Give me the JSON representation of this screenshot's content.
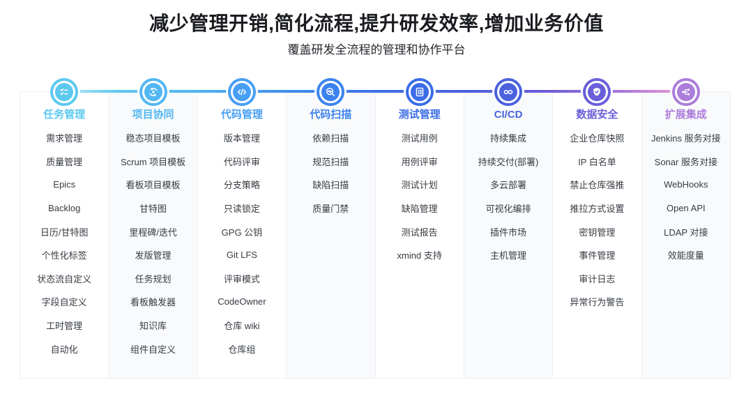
{
  "header": {
    "title": "减少管理开销,简化流程,提升研发效率,增加业务价值",
    "subtitle": "覆盖研发全流程的管理和协作平台"
  },
  "accent_line_gradient": [
    "#a6e1f4",
    "#5cc8f0",
    "#4fb3f2",
    "#3f8cee",
    "#3c70e6",
    "#4a61dc",
    "#6e5bd9",
    "#a878da",
    "#dc8fd8"
  ],
  "columns": [
    {
      "name": "任务管理",
      "icon": "task-checklist-icon",
      "color": "#5cc9f0",
      "items": [
        "需求管理",
        "质量管理",
        "Epics",
        "Backlog",
        "日历/甘特图",
        "个性化标签",
        "状态流自定义",
        "字段自定义",
        "工时管理",
        "自动化"
      ]
    },
    {
      "name": "项目协同",
      "icon": "project-sync-icon",
      "color": "#53b7f3",
      "items": [
        "稳态项目模板",
        "Scrum 项目模板",
        "看板项目模板",
        "甘特图",
        "里程碑/迭代",
        "发版管理",
        "任务规划",
        "看板触发器",
        "知识库",
        "组件自定义"
      ]
    },
    {
      "name": "代码管理",
      "icon": "code-icon",
      "color": "#479ff4",
      "items": [
        "版本管理",
        "代码评审",
        "分支策略",
        "只读锁定",
        "GPG 公钥",
        "Git LFS",
        "评审模式",
        "CodeOwner",
        "仓库 wiki",
        "仓库组"
      ]
    },
    {
      "name": "代码扫描",
      "icon": "scan-search-icon",
      "color": "#3c83ef",
      "items": [
        "依赖扫描",
        "规范扫描",
        "缺陷扫描",
        "质量门禁"
      ]
    },
    {
      "name": "测试管理",
      "icon": "test-doc-icon",
      "color": "#3b6de6",
      "items": [
        "测试用例",
        "用例评审",
        "测试计划",
        "缺陷管理",
        "测试报告",
        "xmind 支持"
      ]
    },
    {
      "name": "CI/CD",
      "icon": "cicd-infinity-icon",
      "color": "#4b62dc",
      "items": [
        "持续集成",
        "持续交付(部署)",
        "多云部署",
        "可视化编排",
        "插件市场",
        "主机管理"
      ]
    },
    {
      "name": "数据安全",
      "icon": "shield-check-icon",
      "color": "#6b5fd9",
      "items": [
        "企业仓库快照",
        "IP 白名单",
        "禁止仓库强推",
        "推拉方式设置",
        "密钥管理",
        "事件管理",
        "审计日志",
        "异常行为警告"
      ]
    },
    {
      "name": "扩展集成",
      "icon": "integration-share-icon",
      "color": "#ac7edb",
      "items": [
        "Jenkins 服务对接",
        "Sonar 服务对接",
        "WebHooks",
        "Open API",
        "LDAP 对接",
        "效能度量"
      ]
    }
  ]
}
